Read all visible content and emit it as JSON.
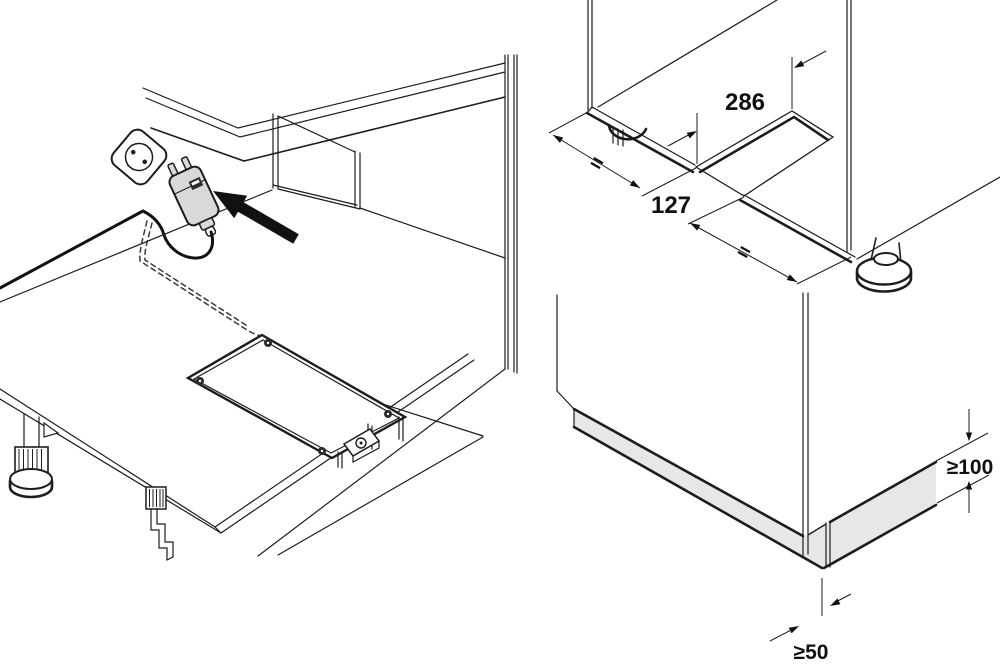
{
  "figure": {
    "type": "installation-instruction-diagram",
    "background": "#ffffff",
    "line_color": "#1d1d1d",
    "plinth_fill": "#e7e7e7",
    "plug_fill": "#d9d9d9",
    "arrow_color": "#111111"
  },
  "cutout_step": {
    "dim_width": "286",
    "dim_depth": "127",
    "equal_left": "=",
    "equal_right": "="
  },
  "plinth_step": {
    "dim_height": "≥100",
    "dim_setback": "≥50"
  }
}
